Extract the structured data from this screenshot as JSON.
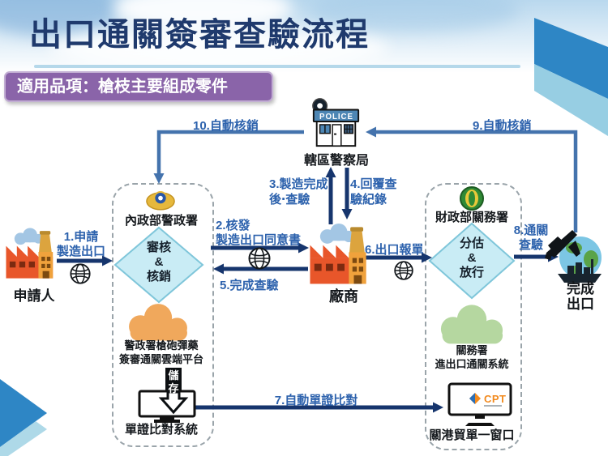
{
  "page": {
    "title": "出口通關簽審查驗流程",
    "badge": "適用品項：槍枝主要組成零件"
  },
  "colors": {
    "title_navy": "#1f3a6d",
    "badge_purple": "#8a64a9",
    "arrow_navy": "#16356d",
    "arrow_steel": "#4473ad",
    "flow_label_blue": "#2d62ad",
    "diamond_fill": "#c9ecf5",
    "cloud_orange": "#f0a85c",
    "cloud_green": "#b5d7a0",
    "ribbon_blue": "#2e86c5"
  },
  "nodes": {
    "applicant": {
      "label": "申請人"
    },
    "police": {
      "label": "轄區警察局",
      "sign": "POLICE"
    },
    "npa": {
      "label": "內政部警政署",
      "diamond": [
        "審核",
        "&",
        "核銷"
      ],
      "cloud_line1": "警政署槍砲彈藥",
      "cloud_line2": "簽審通關雲端平台",
      "store": "儲存",
      "system": "單證比對系統"
    },
    "factory": {
      "label": "廠商"
    },
    "customs": {
      "label": "財政部關務署",
      "diamond": [
        "分估",
        "&",
        "放行"
      ],
      "cloud_line1": "關務署",
      "cloud_line2": "進出口通關系統",
      "monitor_logo": "CPT",
      "system": "關港貿單一窗口"
    },
    "export_done": {
      "line1": "完成",
      "line2": "出口"
    }
  },
  "flows": {
    "f1": [
      "1.申請",
      "製造出口"
    ],
    "f2": [
      "2.核發",
      "製造出口同意書"
    ],
    "f3": [
      "3.製造完成",
      "後‧查驗"
    ],
    "f4": [
      "4.回覆查",
      "驗紀錄"
    ],
    "f5": "5.完成查驗",
    "f6": "6.出口報單",
    "f7": "7.自動單證比對",
    "f8": [
      "8.通關",
      "查驗"
    ],
    "f9": "9.自動核銷",
    "f10": "10.自動核銷"
  }
}
